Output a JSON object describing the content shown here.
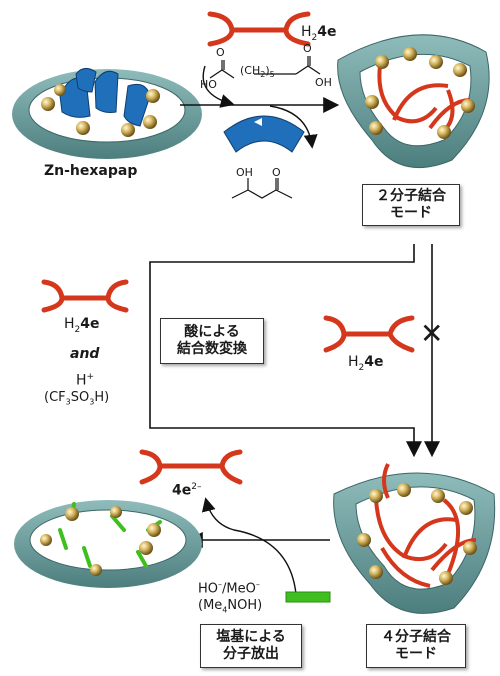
{
  "labels": {
    "zn_hexapap": "Zn-hexapap",
    "ligand_top": "H",
    "ligand_top_sub": "2",
    "ligand_top_bold": "4e",
    "acac_name_o": "O",
    "acac_name_oh": "OH",
    "acid_ho": "HO",
    "acid_oh": "OH",
    "acid_o1": "O",
    "acid_o2": "O",
    "acid_chain": "(CH",
    "acid_chain_sub": "2",
    "acid_chain_end": ")",
    "acid_chain_n": "5",
    "ligand_mid_left_pre": "H",
    "ligand_mid_left_sub": "2",
    "ligand_mid_left_bold": "4e",
    "and": "and",
    "acid_h": "H",
    "acid_h_sup": "+",
    "acid_cf3_a": "(CF",
    "acid_cf3_sub1": "3",
    "acid_cf3_b": "SO",
    "acid_cf3_sub2": "3",
    "acid_cf3_c": "H)",
    "ligand_right_pre": "H",
    "ligand_right_sub": "2",
    "ligand_right_bold": "4e",
    "ligand_out": "4e",
    "ligand_out_sup": "2–",
    "base_a": "HO",
    "base_a_sup": "–",
    "base_b": "/MeO",
    "base_b_sup": "–",
    "base_c": "(Me",
    "base_c_sub": "4",
    "base_d": "NOH)",
    "cross_mark": "✕"
  },
  "boxes": {
    "two_mode": [
      "２分子結合",
      "モード"
    ],
    "acid_exchange": [
      "酸による",
      "結合数変換"
    ],
    "four_mode": [
      "４分子結合",
      "モード"
    ],
    "base_release": [
      "塩基による",
      "分子放出"
    ]
  },
  "colors": {
    "ring": "#6fa3a2",
    "ring_dark": "#4f7f7f",
    "ligand": "#d4371c",
    "gold": "#c9a64a",
    "blue": "#1f6fba",
    "green": "#3fbf1f"
  }
}
